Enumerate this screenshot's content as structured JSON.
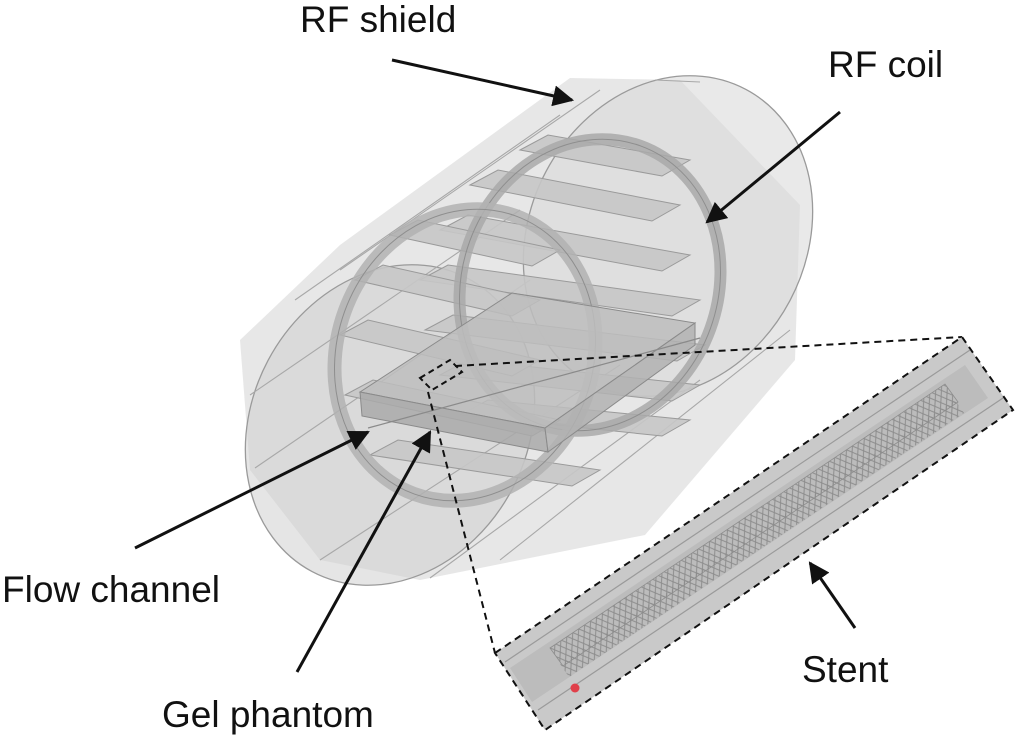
{
  "labels": {
    "rf_shield": "RF shield",
    "rf_coil": "RF coil",
    "flow_channel": "Flow channel",
    "gel_phantom": "Gel phantom",
    "stent": "Stent"
  },
  "colors": {
    "cylinder_fill": "#d3d3d3",
    "cylinder_edge": "#9a9a9a",
    "ring_fill": "#c0c0c0",
    "rung_fill": "#c6c6c6",
    "phantom_fill": "#bdbdbd",
    "stent_fill": "#c4c4c4",
    "stent_mesh": "#8c8c8c",
    "marker": "#e0404a",
    "arrow": "#111111"
  }
}
